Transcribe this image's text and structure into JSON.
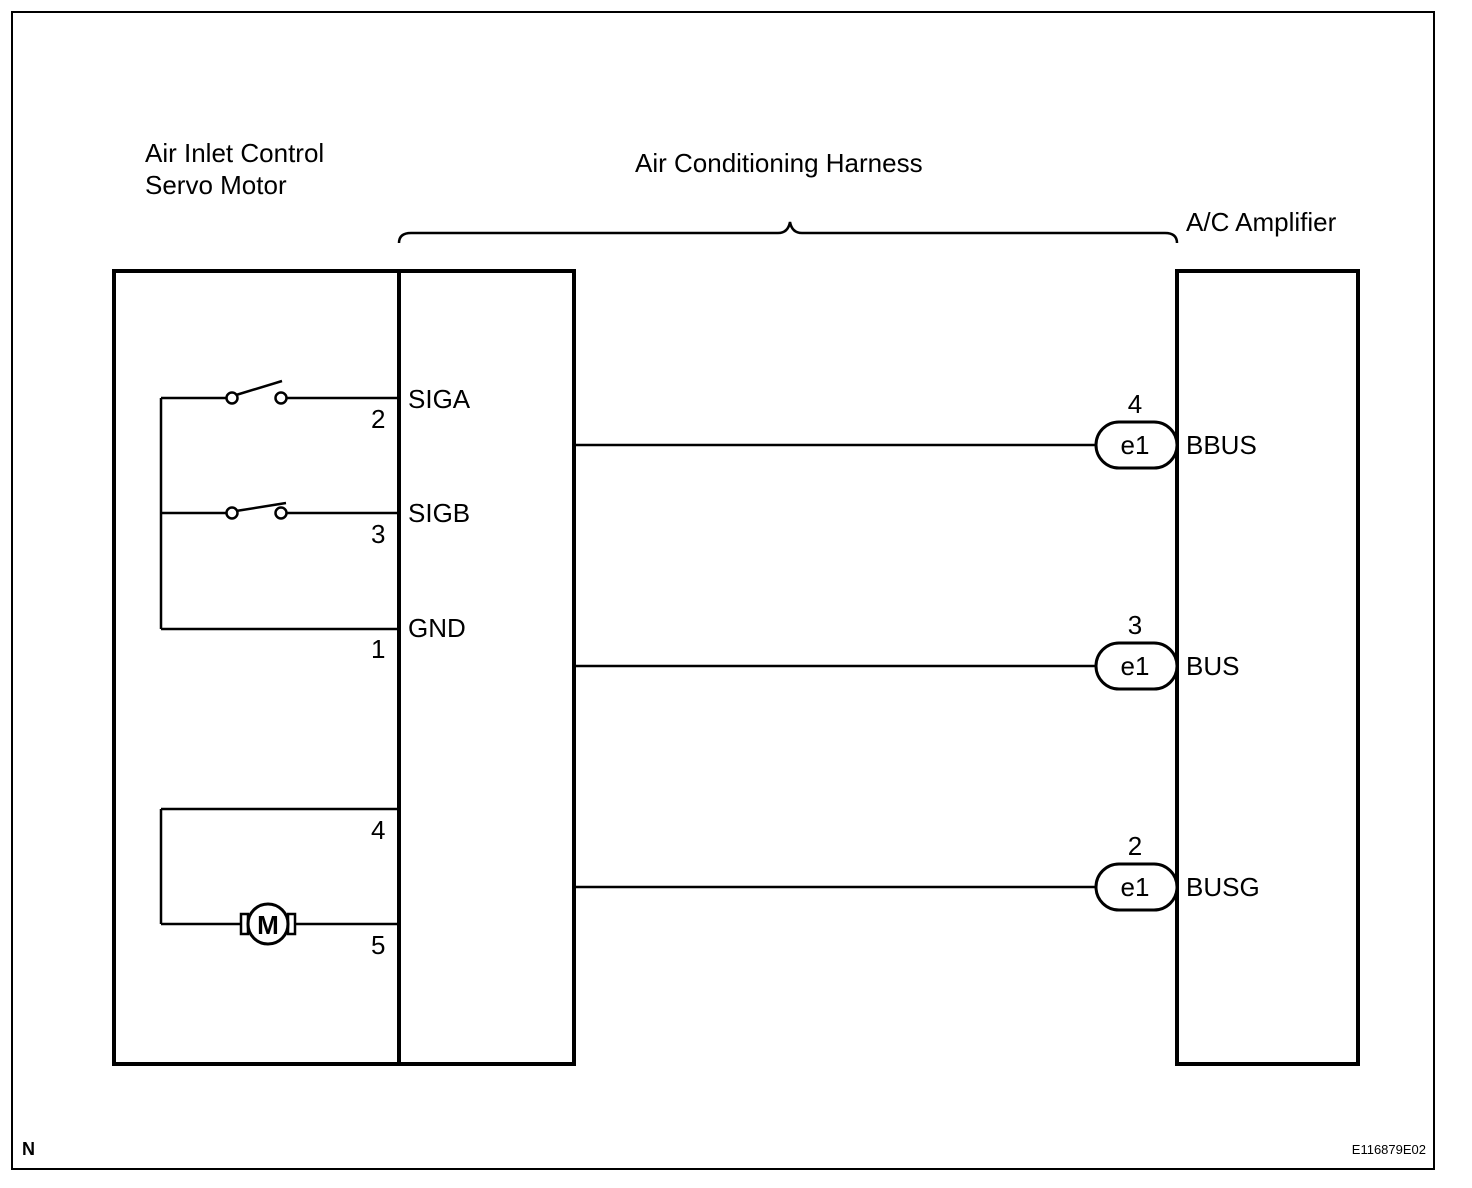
{
  "components": {
    "servo_motor": {
      "title_line1": "Air Inlet Control",
      "title_line2": "Servo Motor"
    },
    "harness": {
      "title": "Air Conditioning Harness"
    },
    "amplifier": {
      "title": "A/C Amplifier"
    }
  },
  "servo_terminals": [
    {
      "name": "SIGA",
      "pin": "2"
    },
    {
      "name": "SIGB",
      "pin": "3"
    },
    {
      "name": "GND",
      "pin": "1"
    }
  ],
  "motor": {
    "pin_top": "4",
    "pin_bottom": "5",
    "symbol": "M"
  },
  "amplifier_terminals": [
    {
      "name": "BBUS",
      "pin": "4",
      "connector": "e1"
    },
    {
      "name": "BUS",
      "pin": "3",
      "connector": "e1"
    },
    {
      "name": "BUSG",
      "pin": "2",
      "connector": "e1"
    }
  ],
  "footer": {
    "left": "N",
    "right": "E116879E02"
  }
}
